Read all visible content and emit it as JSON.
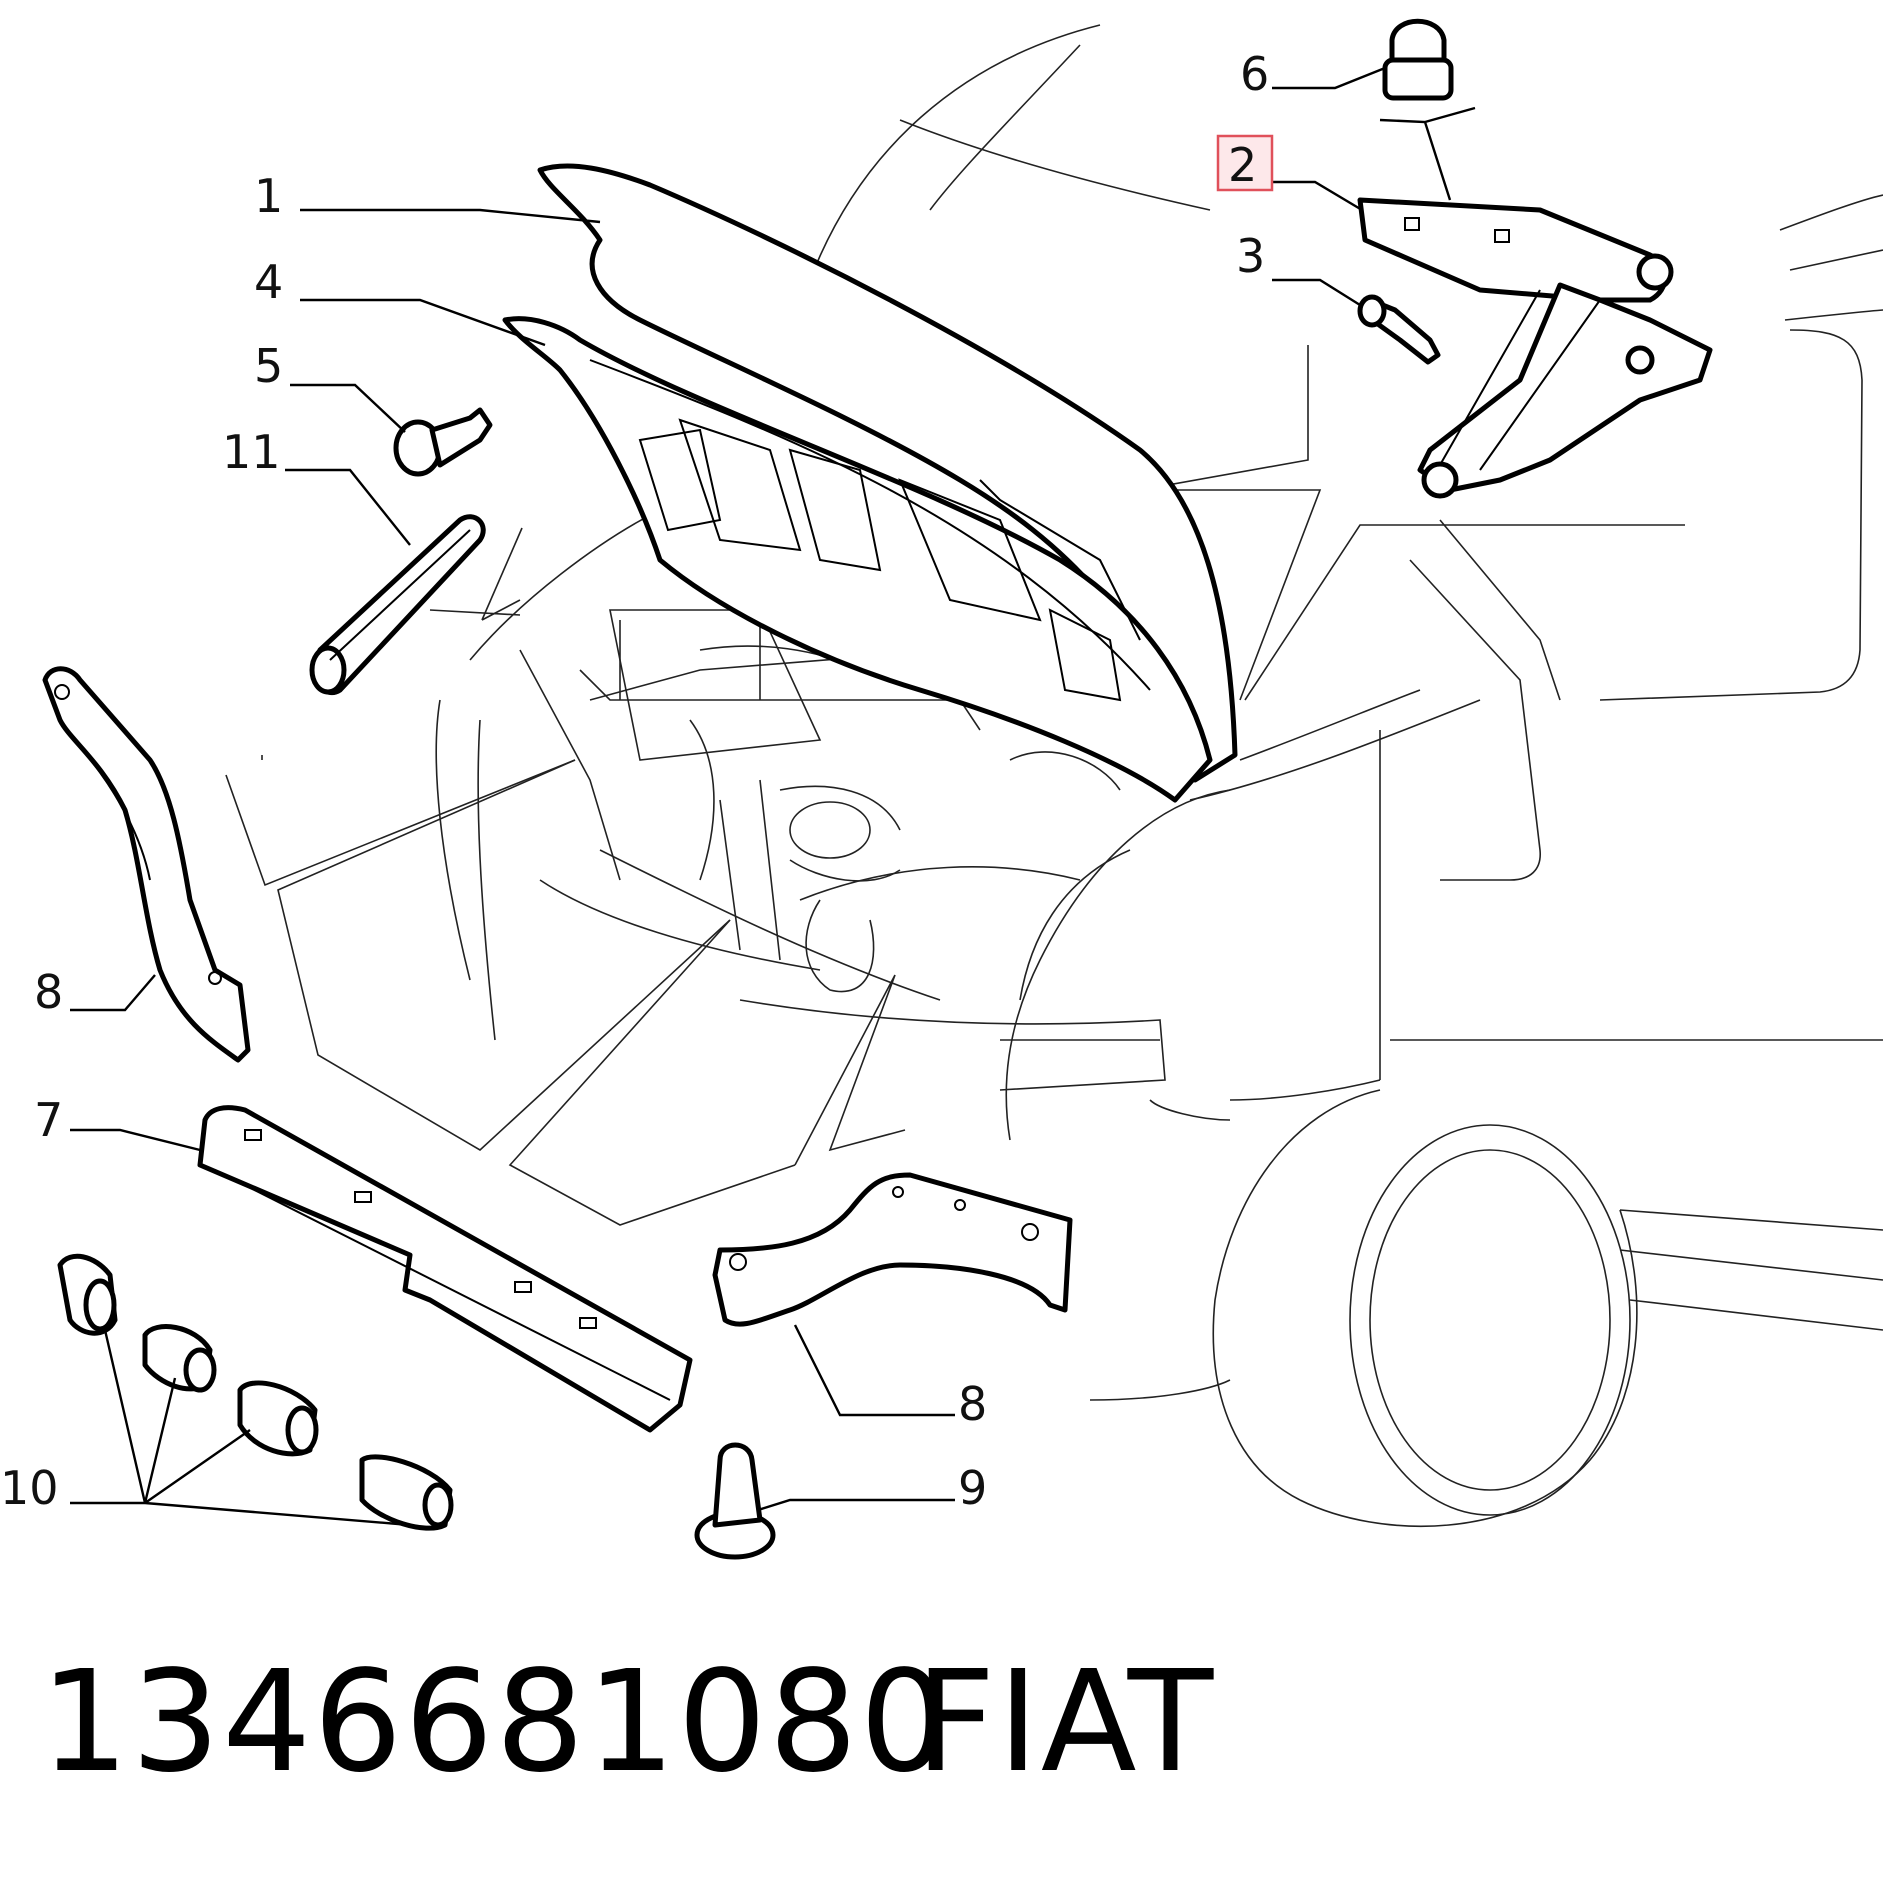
{
  "diagram": {
    "callouts": [
      {
        "id": "1",
        "label": "1"
      },
      {
        "id": "2",
        "label": "2",
        "highlighted": true
      },
      {
        "id": "3",
        "label": "3"
      },
      {
        "id": "4",
        "label": "4"
      },
      {
        "id": "5",
        "label": "5"
      },
      {
        "id": "6",
        "label": "6"
      },
      {
        "id": "7",
        "label": "7"
      },
      {
        "id": "8a",
        "label": "8"
      },
      {
        "id": "8b",
        "label": "8"
      },
      {
        "id": "9",
        "label": "9"
      },
      {
        "id": "10",
        "label": "10"
      },
      {
        "id": "11",
        "label": "11"
      }
    ],
    "highlight_color": "#e0505a"
  },
  "caption": {
    "part_number": "1346681080",
    "brand": "FIAT"
  }
}
